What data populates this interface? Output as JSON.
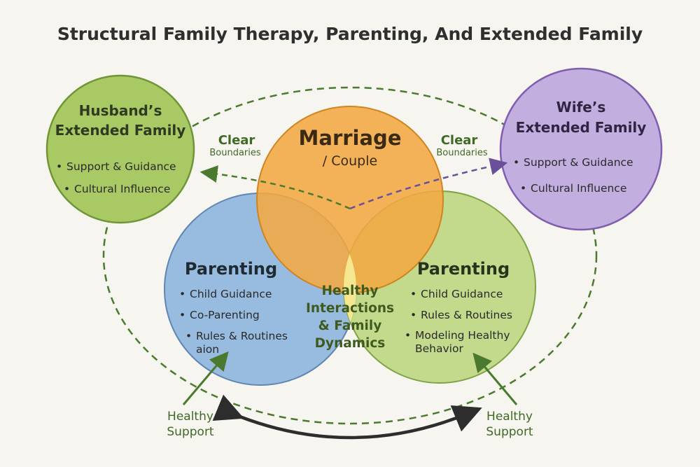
{
  "title": "Structural Family Therapy, Parenting, And Extended Family",
  "husband_family": {
    "line1": "Husband’s",
    "line2": "Extended Family",
    "items": [
      "Support & Guidance",
      "Cultural Influence"
    ]
  },
  "wife_family": {
    "line1": "Wife’s",
    "line2": "Extended Family",
    "items": [
      "Support & Guidance",
      "Cultural Influence"
    ]
  },
  "marriage": {
    "title": "Marriage",
    "subtitle": "/ Couple"
  },
  "parenting_left": {
    "title": "Parenting",
    "items": [
      "Child Guidance",
      "Co-Parenting",
      "Rules & Routines"
    ],
    "extra": "aion"
  },
  "parenting_right": {
    "title": "Parenting",
    "items": [
      "Child Guidance",
      "Rules & Routines",
      "Modeling Healthy"
    ],
    "extra": "Behavior"
  },
  "center": {
    "lines": [
      "Healthy",
      "Interactions",
      "& Family",
      "Dynamics"
    ]
  },
  "boundaries_left": {
    "big": "Clear",
    "small": "Boundaries"
  },
  "boundaries_right": {
    "big": "Clear",
    "small": "Boundaries"
  },
  "support_left": {
    "line1": "Healthy",
    "line2": "Support"
  },
  "support_right": {
    "line1": "Healthy",
    "line2": "Support"
  },
  "colors": {
    "green": "#9dc25a",
    "purple": "#b598d6",
    "orange": "#f0a640",
    "blue": "#7fa9d6",
    "light_green": "#b9d37a",
    "center": "#f4e48a",
    "dashed": "#4b7a2e",
    "dark_arrow": "#2d2d2d"
  }
}
